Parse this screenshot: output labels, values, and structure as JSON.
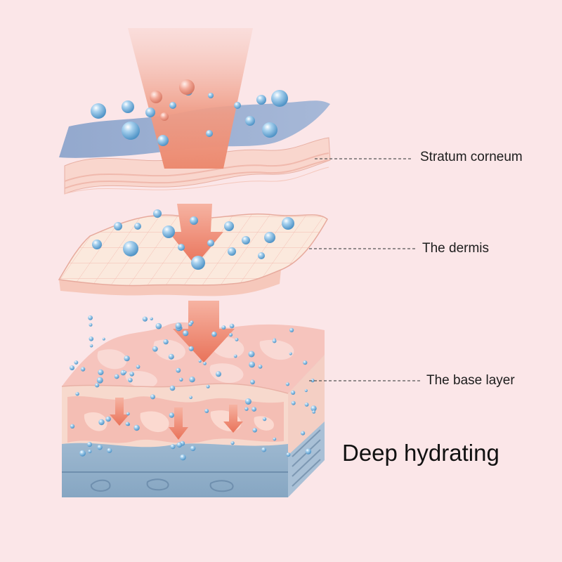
{
  "layers": [
    {
      "id": "stratum",
      "label": "Stratum corneum"
    },
    {
      "id": "dermis",
      "label": "The dermis"
    },
    {
      "id": "base",
      "label": "The base layer"
    }
  ],
  "headline": "Deep hydrating",
  "colors": {
    "background": "#fbe6e8",
    "beam": "#f0a08c",
    "arrow": "#ec8466",
    "droplet": "#7fb4dc",
    "blue_sheet": "#8ea6cc",
    "skin": "#f7cfc4",
    "base_blue": "#97b5cf"
  },
  "icons": [
    "droplet-icon",
    "down-arrow-icon"
  ]
}
